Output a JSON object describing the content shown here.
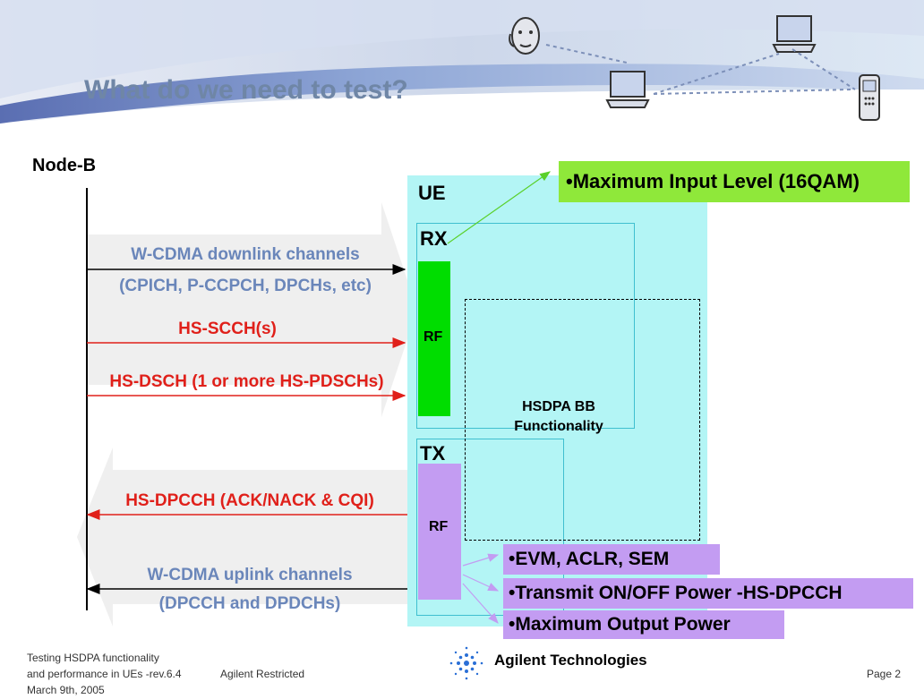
{
  "slide": {
    "title": "What do we need to test?",
    "node_b_label": "Node-B",
    "ue_label": "UE",
    "rx_label": "RX",
    "tx_label": "TX",
    "rf_rx_label": "RF",
    "rf_tx_label": "RF",
    "hsdpa_line1": "HSDPA BB",
    "hsdpa_line2": "Functionality"
  },
  "downlink": {
    "wcdma_line1": "W-CDMA downlink channels",
    "wcdma_line2": "(CPICH, P-CCPCH, DPCHs, etc)",
    "hs_scch": "HS-SCCH(s)",
    "hs_dsch": "HS-DSCH (1 or more HS-PDSCHs)"
  },
  "uplink": {
    "hs_dpcch": "HS-DPCCH (ACK/NACK & CQI)",
    "wcdma_line1": "W-CDMA uplink channels",
    "wcdma_line2": "(DPCCH and DPDCHs)"
  },
  "tests": {
    "rx_test": "•Maximum Input Level (16QAM)",
    "tx_tests": [
      "•EVM, ACLR, SEM",
      "•Transmit ON/OFF Power -HS-DPCCH",
      "•Maximum Output Power"
    ]
  },
  "footer": {
    "line1": "Testing HSDPA functionality",
    "line2": "and performance in UEs -rev.6.4",
    "line3": "March 9th, 2005",
    "restricted": "Agilent Restricted",
    "company": "Agilent Technologies",
    "page": "Page 2"
  },
  "colors": {
    "title": "#6f86a6",
    "ue_box": "#b3f5f5",
    "rf_rx": "#00dd00",
    "rf_tx": "#c39cf2",
    "rx_test_bg": "#8fe83a",
    "tx_test_bg": "#c39cf2",
    "downlink_blue": "#6a86ba",
    "hs_red": "#e0201a"
  }
}
